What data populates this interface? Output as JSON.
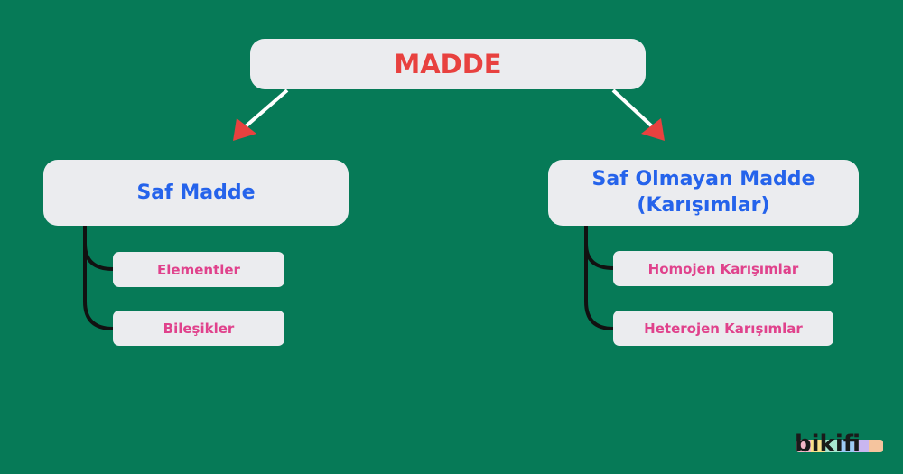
{
  "root": {
    "label": "MADDE"
  },
  "categories": [
    {
      "label": "Saf Madde",
      "children": [
        "Elementler",
        "Bileşikler"
      ]
    },
    {
      "label_lines": [
        "Saf Olmayan Madde",
        "(Karışımlar)"
      ],
      "children": [
        "Homojen Karışımlar",
        "Heterojen Karışımlar"
      ]
    }
  ],
  "colors": {
    "background": "#067a57",
    "node_fill": "#ebecef",
    "root_text": "#e8413f",
    "category_text": "#2563eb",
    "leaf_text": "#e0428c",
    "arrow_head": "#e8413f",
    "connector": "#111111"
  },
  "brand": {
    "logo_text": "bikifi",
    "stripe_colors": [
      "#f5b7c8",
      "#f9e08a",
      "#a8e6cf",
      "#9ecbf5",
      "#c9b6f0",
      "#f5c49e"
    ]
  }
}
